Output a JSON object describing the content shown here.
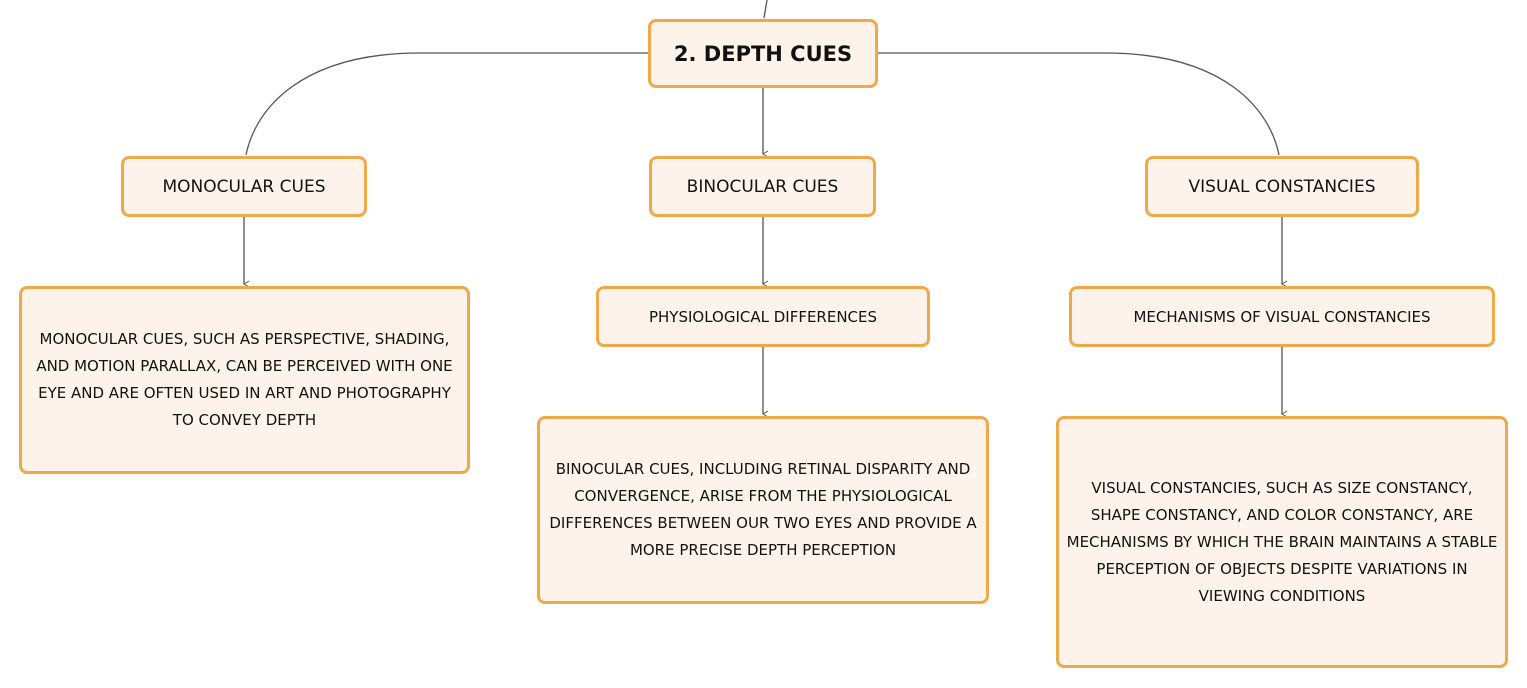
{
  "diagram": {
    "root": {
      "label": "2. DEPTH CUES"
    },
    "branches": [
      {
        "label": "MONOCULAR CUES",
        "note": "MONOCULAR CUES, SUCH AS PERSPECTIVE, SHADING, AND MOTION PARALLAX, CAN BE PERCEIVED WITH ONE EYE AND ARE OFTEN USED IN ART AND PHOTOGRAPHY TO CONVEY DEPTH"
      },
      {
        "label": "BINOCULAR CUES",
        "child": "PHYSIOLOGICAL DIFFERENCES",
        "note": "BINOCULAR CUES, INCLUDING RETINAL DISPARITY AND CONVERGENCE, ARISE FROM THE PHYSIOLOGICAL DIFFERENCES BETWEEN OUR TWO EYES AND PROVIDE A MORE PRECISE DEPTH PERCEPTION"
      },
      {
        "label": "VISUAL CONSTANCIES",
        "child": "MECHANISMS OF VISUAL CONSTANCIES",
        "note": "VISUAL CONSTANCIES, SUCH AS SIZE CONSTANCY, SHAPE CONSTANCY, AND COLOR CONSTANCY, ARE MECHANISMS BY WHICH THE BRAIN MAINTAINS A STABLE PERCEPTION OF OBJECTS DESPITE VARIATIONS IN VIEWING CONDITIONS"
      }
    ],
    "colors": {
      "node_fill": "#fdf3ea",
      "node_border": "#f0a94a",
      "connector": "#555555"
    }
  }
}
